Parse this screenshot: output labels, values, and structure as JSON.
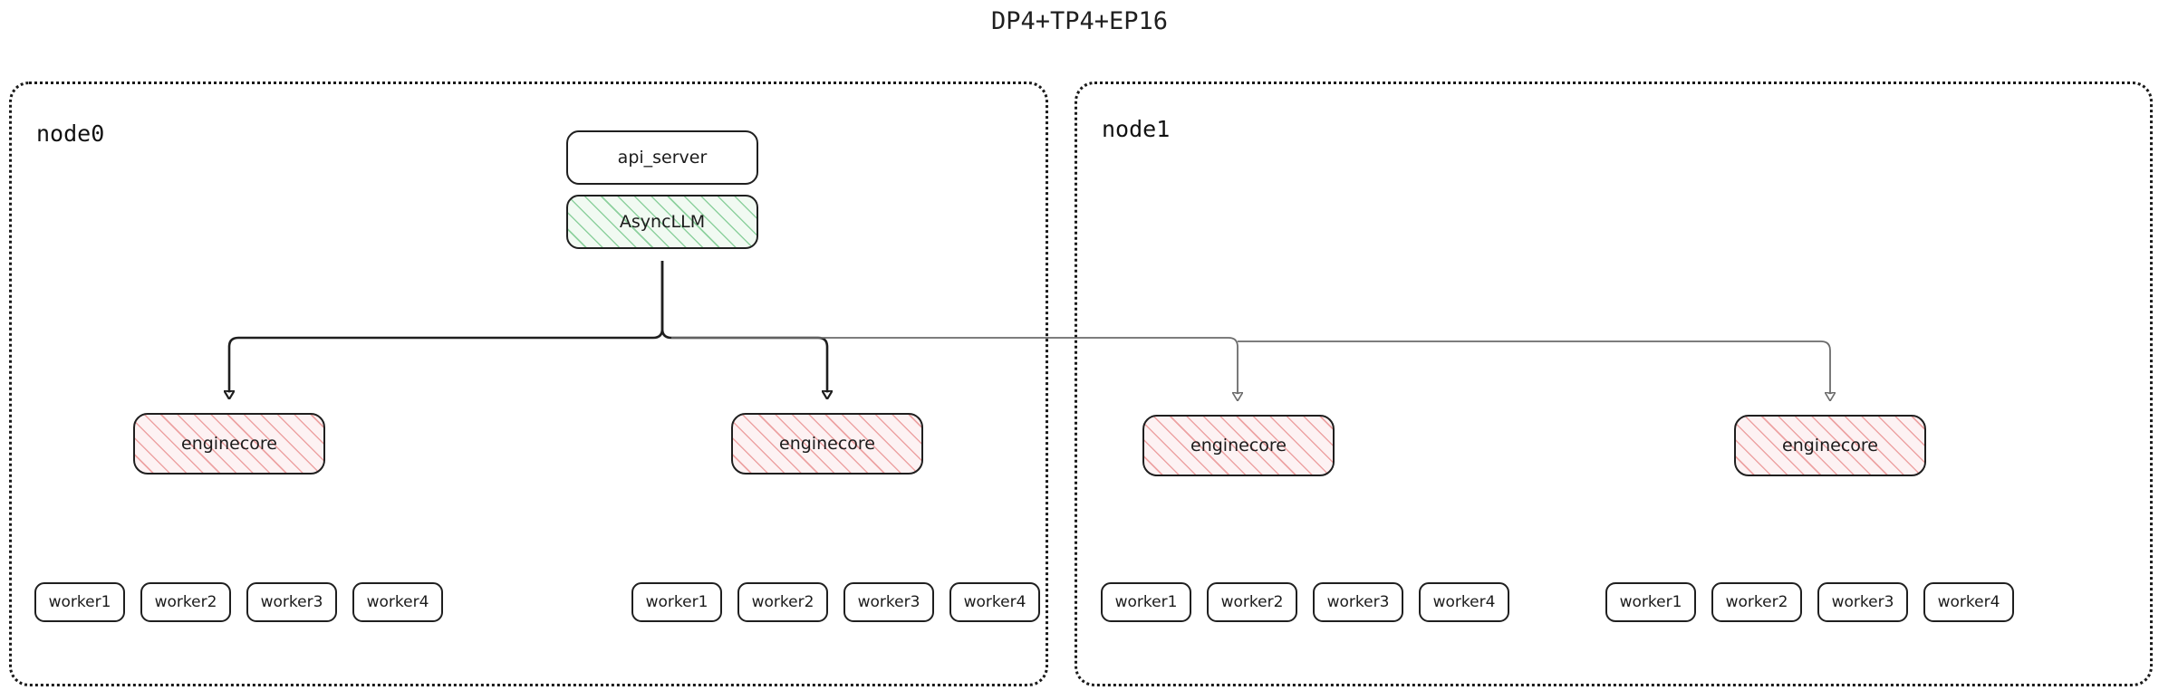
{
  "title": "DP4+TP4+EP16",
  "colors": {
    "stroke": "#1f1f1f",
    "light_stroke": "#6b6b6b",
    "engine_hatch": "#e26e6e",
    "async_hatch": "#3caf5a",
    "background": "#ffffff"
  },
  "nodes": [
    {
      "id": "node0",
      "label": "node0"
    },
    {
      "id": "node1",
      "label": "node1"
    }
  ],
  "components": {
    "api_server": "api_server",
    "async_llm": "AsyncLLM",
    "enginecore": "enginecore"
  },
  "enginecores": [
    {
      "label": "enginecore",
      "node": "node0"
    },
    {
      "label": "enginecore",
      "node": "node0"
    },
    {
      "label": "enginecore",
      "node": "node1"
    },
    {
      "label": "enginecore",
      "node": "node1"
    }
  ],
  "worker_groups": [
    {
      "node": "node0",
      "workers": [
        "worker1",
        "worker2",
        "worker3",
        "worker4"
      ]
    },
    {
      "node": "node0",
      "workers": [
        "worker1",
        "worker2",
        "worker3",
        "worker4"
      ]
    },
    {
      "node": "node1",
      "workers": [
        "worker1",
        "worker2",
        "worker3",
        "worker4"
      ]
    },
    {
      "node": "node1",
      "workers": [
        "worker1",
        "worker2",
        "worker3",
        "worker4"
      ]
    }
  ]
}
